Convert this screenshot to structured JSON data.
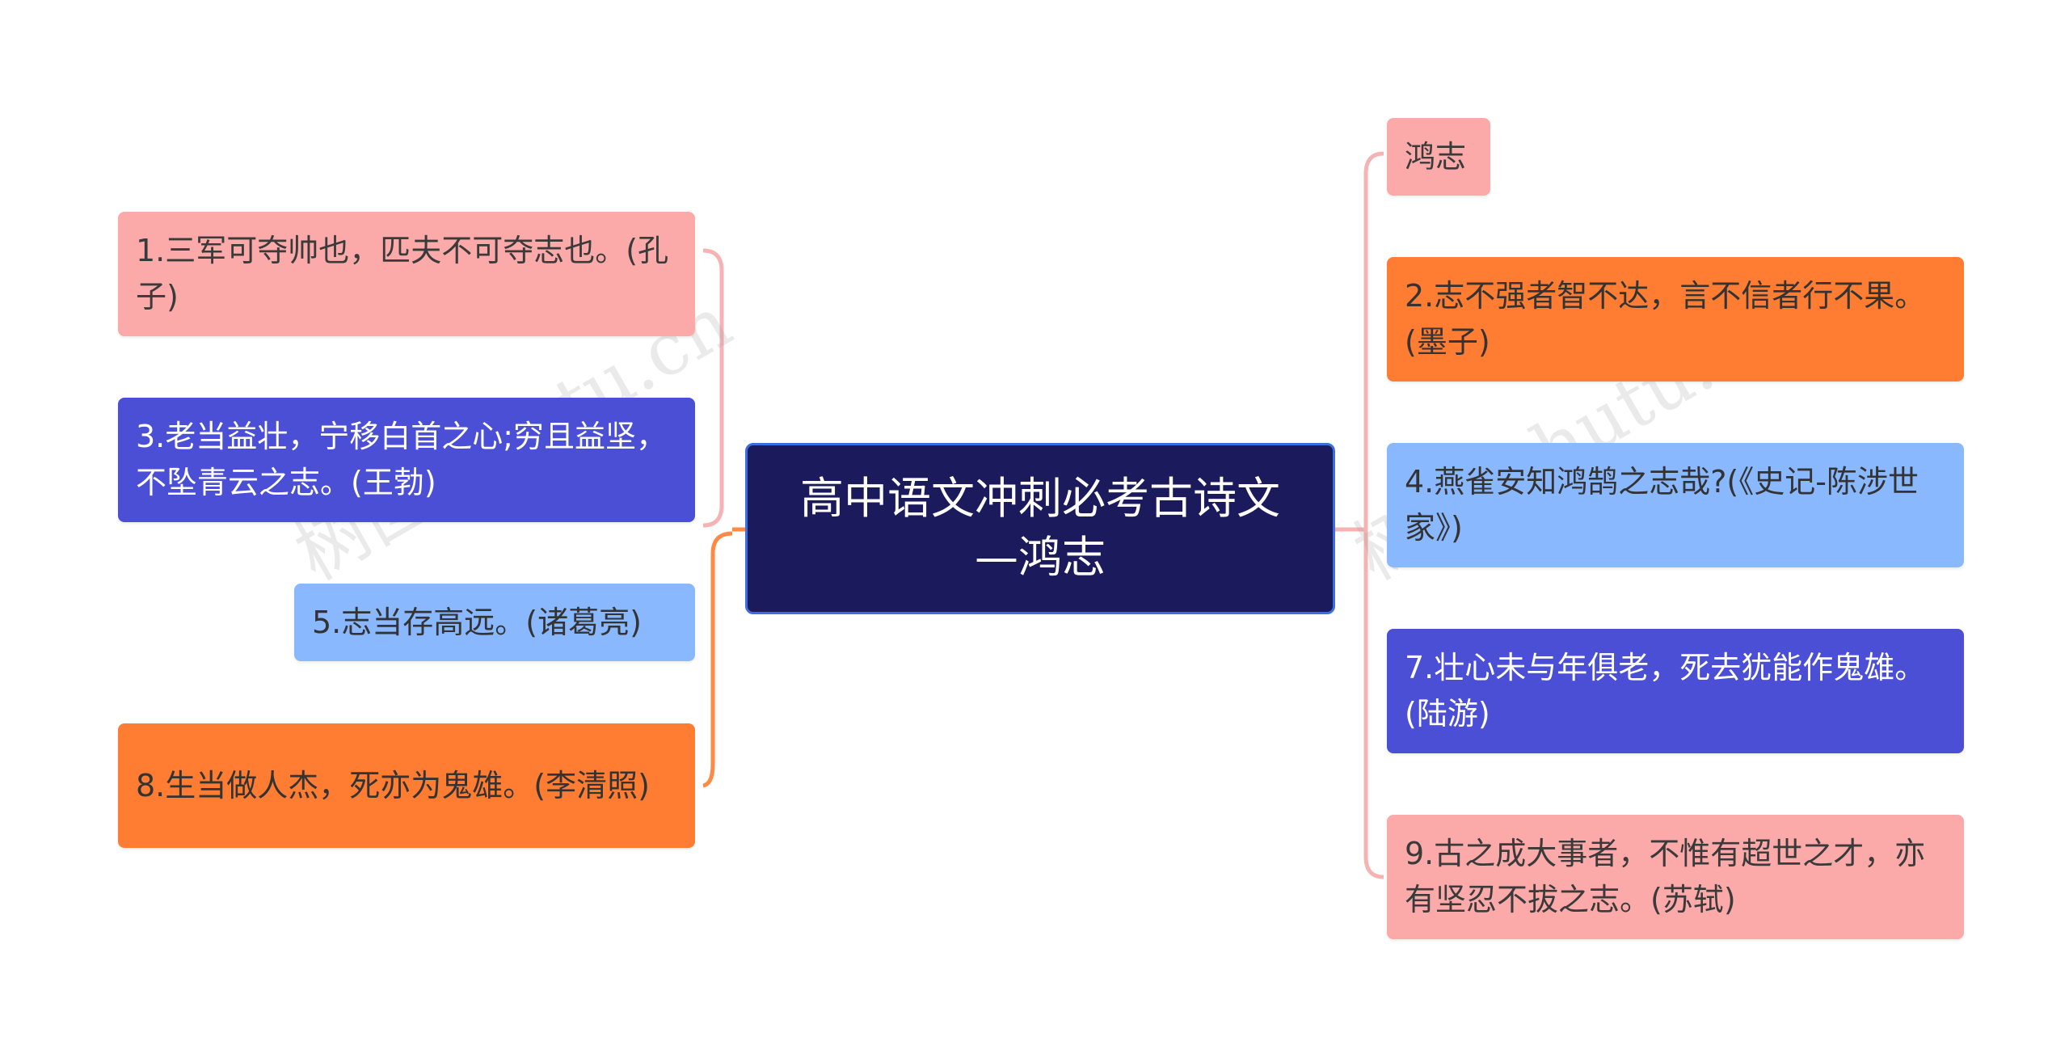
{
  "center": {
    "title": "高中语文冲刺必考古诗文—鸿志"
  },
  "left_nodes": [
    {
      "text": "1.三军可夺帅也，匹夫不可夺志也。(孔子)",
      "color": "#fba9a9"
    },
    {
      "text": "3.老当益壮，宁移白首之心;穷且益坚，不坠青云之志。(王勃)",
      "color": "#4a4fd6"
    },
    {
      "text": "5.志当存高远。(诸葛亮)",
      "color": "#8ab8ff"
    },
    {
      "text": "8.生当做人杰，死亦为鬼雄。(李清照)",
      "color": "#ff7d32"
    }
  ],
  "right_nodes": [
    {
      "text": "鸿志",
      "color": "#fba9a9"
    },
    {
      "text": "2.志不强者智不达，言不信者行不果。(墨子)",
      "color": "#ff7d32"
    },
    {
      "text": "4.燕雀安知鸿鹄之志哉?(《史记-陈涉世家》)",
      "color": "#8ab8ff"
    },
    {
      "text": "7.壮心未与年俱老，死去犹能作鬼雄。(陆游)",
      "color": "#4a4fd6"
    },
    {
      "text": "9.古之成大事者，不惟有超世之才，亦有坚忍不拔之志。(苏轼)",
      "color": "#fba9a9"
    }
  ],
  "watermark": {
    "left": "树图 shutu.cn",
    "right": "树图 shutu.cn"
  }
}
